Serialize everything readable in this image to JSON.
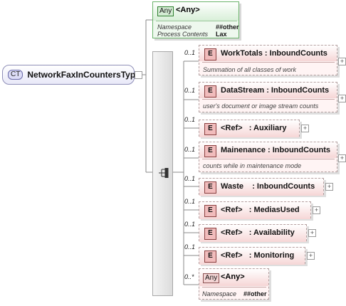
{
  "root": {
    "badge": "CT",
    "name": "NetworkFaxInCountersType"
  },
  "any_attribute": {
    "badge": "Any",
    "title": "<Any>",
    "namespace_label": "Namespace",
    "namespace_value": "##other",
    "process_label": "Process Contents",
    "process_value": "Lax"
  },
  "sequence": {
    "icon": "sequence-icon"
  },
  "elements": [
    {
      "occurs": "0..1",
      "badge": "E",
      "name": "WorkTotals : InboundCounts",
      "description": "Summation of all classes of work",
      "expandable": true
    },
    {
      "occurs": "0..1",
      "badge": "E",
      "name": "DataStream : InboundCounts",
      "description": "user's document or image stream counts",
      "expandable": true
    },
    {
      "occurs": "0..1",
      "badge": "E",
      "name": "<Ref>   : Auxiliary",
      "description": "",
      "expandable": true
    },
    {
      "occurs": "0..1",
      "badge": "E",
      "name": "Mainenance : InboundCounts",
      "description": "counts while in maintenance mode",
      "expandable": true
    },
    {
      "occurs": "0..1",
      "badge": "E",
      "name": "Waste    : InboundCounts",
      "description": "",
      "expandable": true
    },
    {
      "occurs": "0..1",
      "badge": "E",
      "name": "<Ref>   : MediasUsed",
      "description": "",
      "expandable": true
    },
    {
      "occurs": "0..1",
      "badge": "E",
      "name": "<Ref>   : Availability",
      "description": "",
      "expandable": true
    },
    {
      "occurs": "0..1",
      "badge": "E",
      "name": "<Ref>   : Monitoring",
      "description": "",
      "expandable": true
    }
  ],
  "any_element": {
    "occurs": "0..*",
    "badge": "Any",
    "title": "<Any>",
    "namespace_label": "Namespace",
    "namespace_value": "##other"
  },
  "colors": {
    "element_fill": "#fff4f4",
    "element_badge": "#f1bcbc",
    "any_green": "#eef8ee",
    "complex_type": "#e8e8f8",
    "connector": "#8a8a8a"
  }
}
